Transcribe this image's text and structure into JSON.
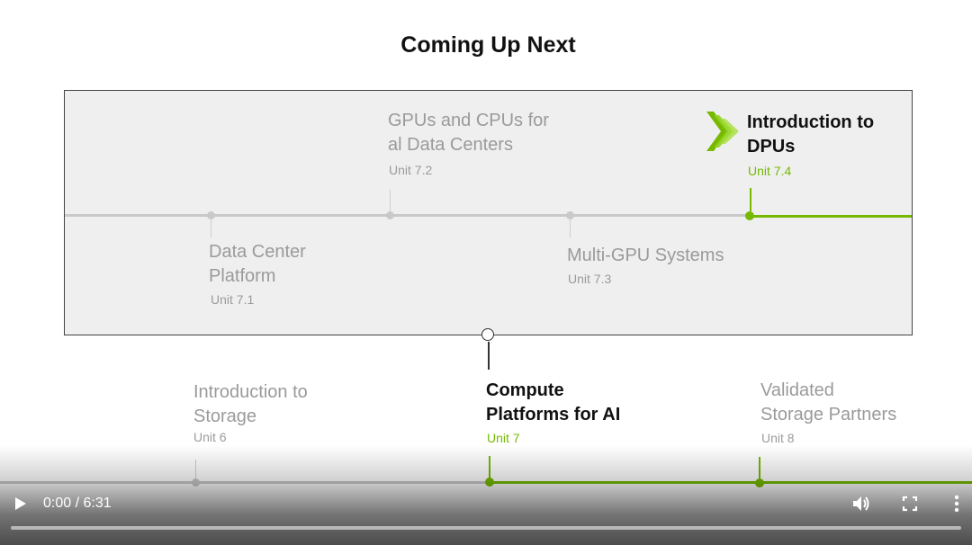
{
  "slide": {
    "title": "Coming Up Next",
    "inner_timeline": [
      {
        "label_lines": [
          "Data Center",
          "Platform"
        ],
        "unit": "Unit 7.1"
      },
      {
        "label_lines": [
          "GPUs and CPUs for",
          "al Data Centers"
        ],
        "unit": "Unit 7.2"
      },
      {
        "label_lines": [
          "Multi-GPU Systems"
        ],
        "unit": "Unit 7.3"
      },
      {
        "label_lines": [
          "Introduction to",
          "DPUs"
        ],
        "unit": "Unit 7.4",
        "active": true
      }
    ],
    "outer_timeline": [
      {
        "label_lines": [
          "Introduction to",
          "Storage"
        ],
        "unit": "Unit 6"
      },
      {
        "label_lines": [
          "Compute",
          "Platforms for AI"
        ],
        "unit": "Unit 7",
        "active": true
      },
      {
        "label_lines": [
          "Validated",
          "Storage Partners"
        ],
        "unit": "Unit 8"
      }
    ],
    "colors": {
      "accent": "#76b900",
      "inactive": "#9a9a9a",
      "panel": "#efefef"
    }
  },
  "player": {
    "time_display": "0:00 / 6:31",
    "progress": 0.0,
    "icons": {
      "play": "play-icon",
      "volume": "volume-icon",
      "fullscreen": "fullscreen-icon",
      "more": "more-vert-icon"
    }
  }
}
